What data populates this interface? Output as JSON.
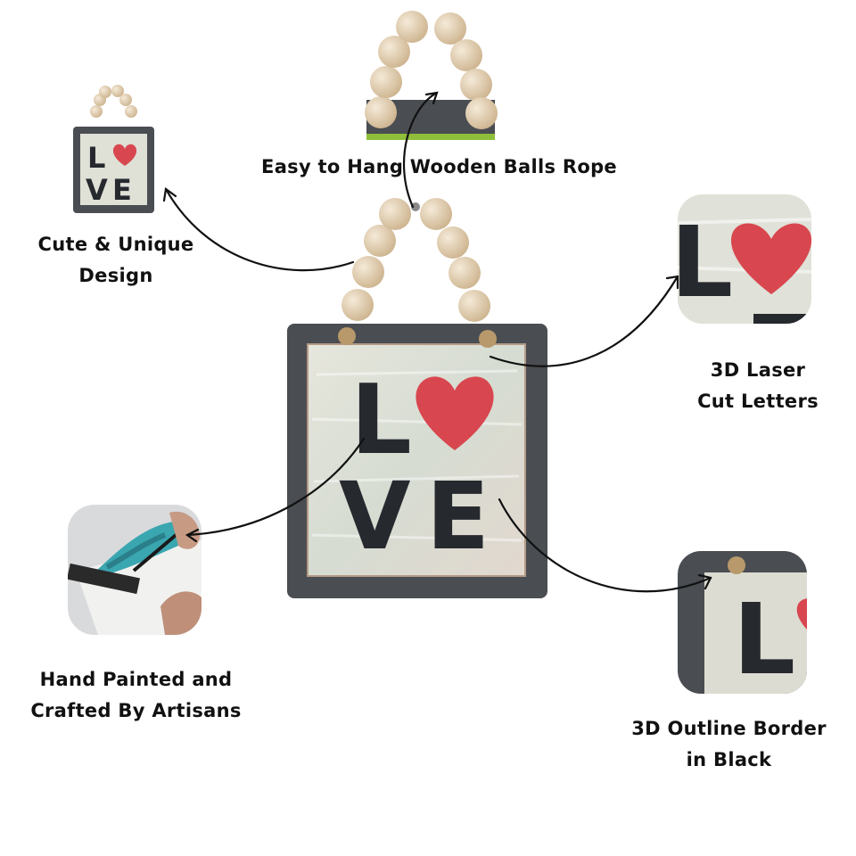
{
  "product": {
    "letters": [
      "L",
      "V",
      "E"
    ]
  },
  "features": {
    "rope": "Easy to Hang Wooden Balls Rope",
    "design": [
      "Cute & Unique",
      "Design"
    ],
    "laser": [
      "3D Laser",
      "Cut Letters"
    ],
    "painted": [
      "Hand Painted and",
      "Crafted By Artisans"
    ],
    "border": [
      "3D Outline Border",
      "in Black"
    ]
  },
  "colors": {
    "frame": "#4a4d52",
    "board": "#dcdcd2",
    "letter": "#26292e",
    "heart": "#d8474f",
    "bead": "#e6d3b6",
    "grass": "#8fbf3a"
  }
}
